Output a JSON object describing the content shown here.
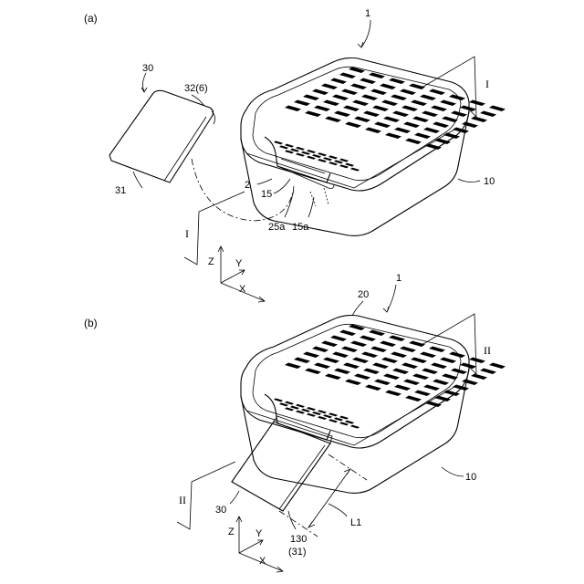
{
  "panels": {
    "a": {
      "label": "(a)",
      "labels": {
        "assembly": "1",
        "tray": "10",
        "part": "30",
        "flap": "32(6)",
        "plate": "31",
        "notch": "2",
        "edge": "15",
        "rib_a": "25a",
        "rib_b": "15a",
        "section": "I"
      }
    },
    "b": {
      "label": "(b)",
      "labels": {
        "group": "20",
        "assembly": "1",
        "tray": "10",
        "part": "30",
        "section": "II",
        "length": "L1",
        "fold": "130",
        "fold_sub": "(31)"
      }
    }
  },
  "axes": {
    "z": "Z",
    "y": "Y",
    "x": "X"
  },
  "slots": {
    "rows_rim": 8,
    "cols_rim": 8,
    "rows_front": 3,
    "cols_front": 7
  }
}
